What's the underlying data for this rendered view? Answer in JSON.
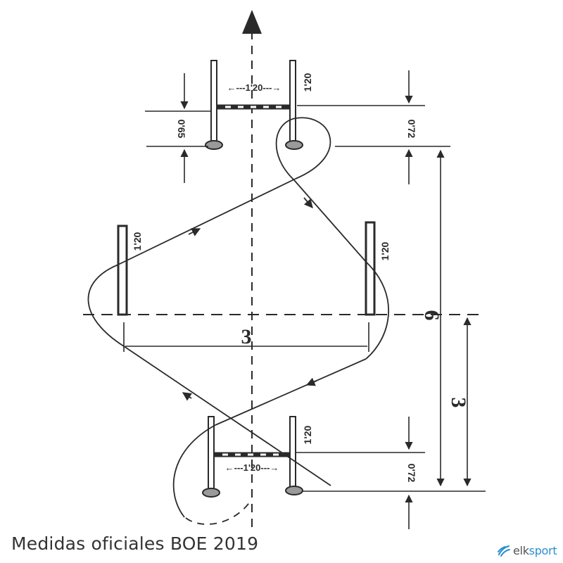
{
  "diagram": {
    "gate_width_top": "←---1'20---→",
    "gate_width_bottom": "←---1'20---→",
    "pole_height_top": "1'20",
    "pole_height_bottom": "1'20",
    "left_panel": "1'20",
    "right_panel": "1'20",
    "gap_top_left": "0'65",
    "gap_top_right": "0'72",
    "gap_bottom_right": "0'72",
    "span_width": "3",
    "span_total": "6",
    "span_half": "3"
  },
  "caption": "Medidas oficiales BOE 2019",
  "logo": {
    "elk": "elk",
    "sport": "sport",
    "icon": "elk-mark-icon",
    "colors": {
      "elk": "#555555",
      "sport": "#2a8fd0"
    }
  }
}
